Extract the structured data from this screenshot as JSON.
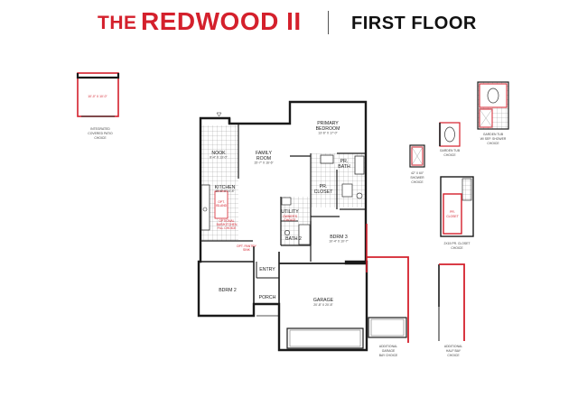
{
  "header": {
    "the": "THE",
    "model": "REDWOOD II",
    "floor": "FIRST FLOOR"
  },
  "colors": {
    "brand_red": "#d4202c",
    "wall": "#1a1a1a",
    "tile": "#9a9a9a"
  },
  "rooms": {
    "nook": {
      "name": "NOOK",
      "dim": "8'-4\" X 13'-0\""
    },
    "family": {
      "name1": "FAMILY",
      "name2": "ROOM",
      "dim": "15'-7\" X 16'-6\""
    },
    "kitchen": {
      "name": "KITCHEN",
      "dim": "10'-6\" X 14'-8\""
    },
    "primary": {
      "name1": "PRIMARY",
      "name2": "BEDROOM",
      "dim": "13'-6\" X 17'-0\""
    },
    "pr_bath": {
      "name1": "PR.",
      "name2": "BATH"
    },
    "pr_closet": {
      "name1": "PR.",
      "name2": "CLOSET"
    },
    "utility": {
      "name": "UTILITY"
    },
    "bath2": {
      "name": "BATH 2"
    },
    "bdrm3": {
      "name": "BDRM 3",
      "dim": "10'-4\" X 10'-7\""
    },
    "bdrm2": {
      "name": "BDRM 2"
    },
    "entry": {
      "name": "ENTRY"
    },
    "porch": {
      "name": "PORCH"
    },
    "garage": {
      "name": "GARAGE",
      "dim": "20'-8\" X 20'-8\""
    }
  },
  "options": {
    "kitchen_island": [
      "OPT.",
      "ISLAND"
    ],
    "dining": [
      "OPTIONAL",
      "BAR/KITCHEN",
      "FILL CHOICE"
    ],
    "pantry": [
      "OPT. PANTRY",
      "SINK"
    ],
    "laundry": [
      "OWNER'S",
      "CHOICE"
    ],
    "patio_box": "10'-0\" X 10'-0\"",
    "patio": [
      "INTEGRATED",
      "COVERED PATIO",
      "CHOICE"
    ],
    "garden_tub_shower": [
      "GARDEN TUB",
      "W/ SEP. SHOWER",
      "CHOICE"
    ],
    "garden_tub": [
      "GARDEN TUB",
      "CHOICE"
    ],
    "shower": [
      "42\" X 60\"",
      "SHOWER",
      "CHOICE"
    ],
    "closet_box": [
      "PR.",
      "CLOSET"
    ],
    "closet": [
      "2X15 PR. CLOSET",
      "CHOICE"
    ],
    "garage_bay": [
      "ADDITIONAL",
      "GARAGE",
      "BAY CHOICE"
    ],
    "half_bay": [
      "ADDITIONAL",
      "HALF BAY",
      "CHOICE"
    ]
  }
}
